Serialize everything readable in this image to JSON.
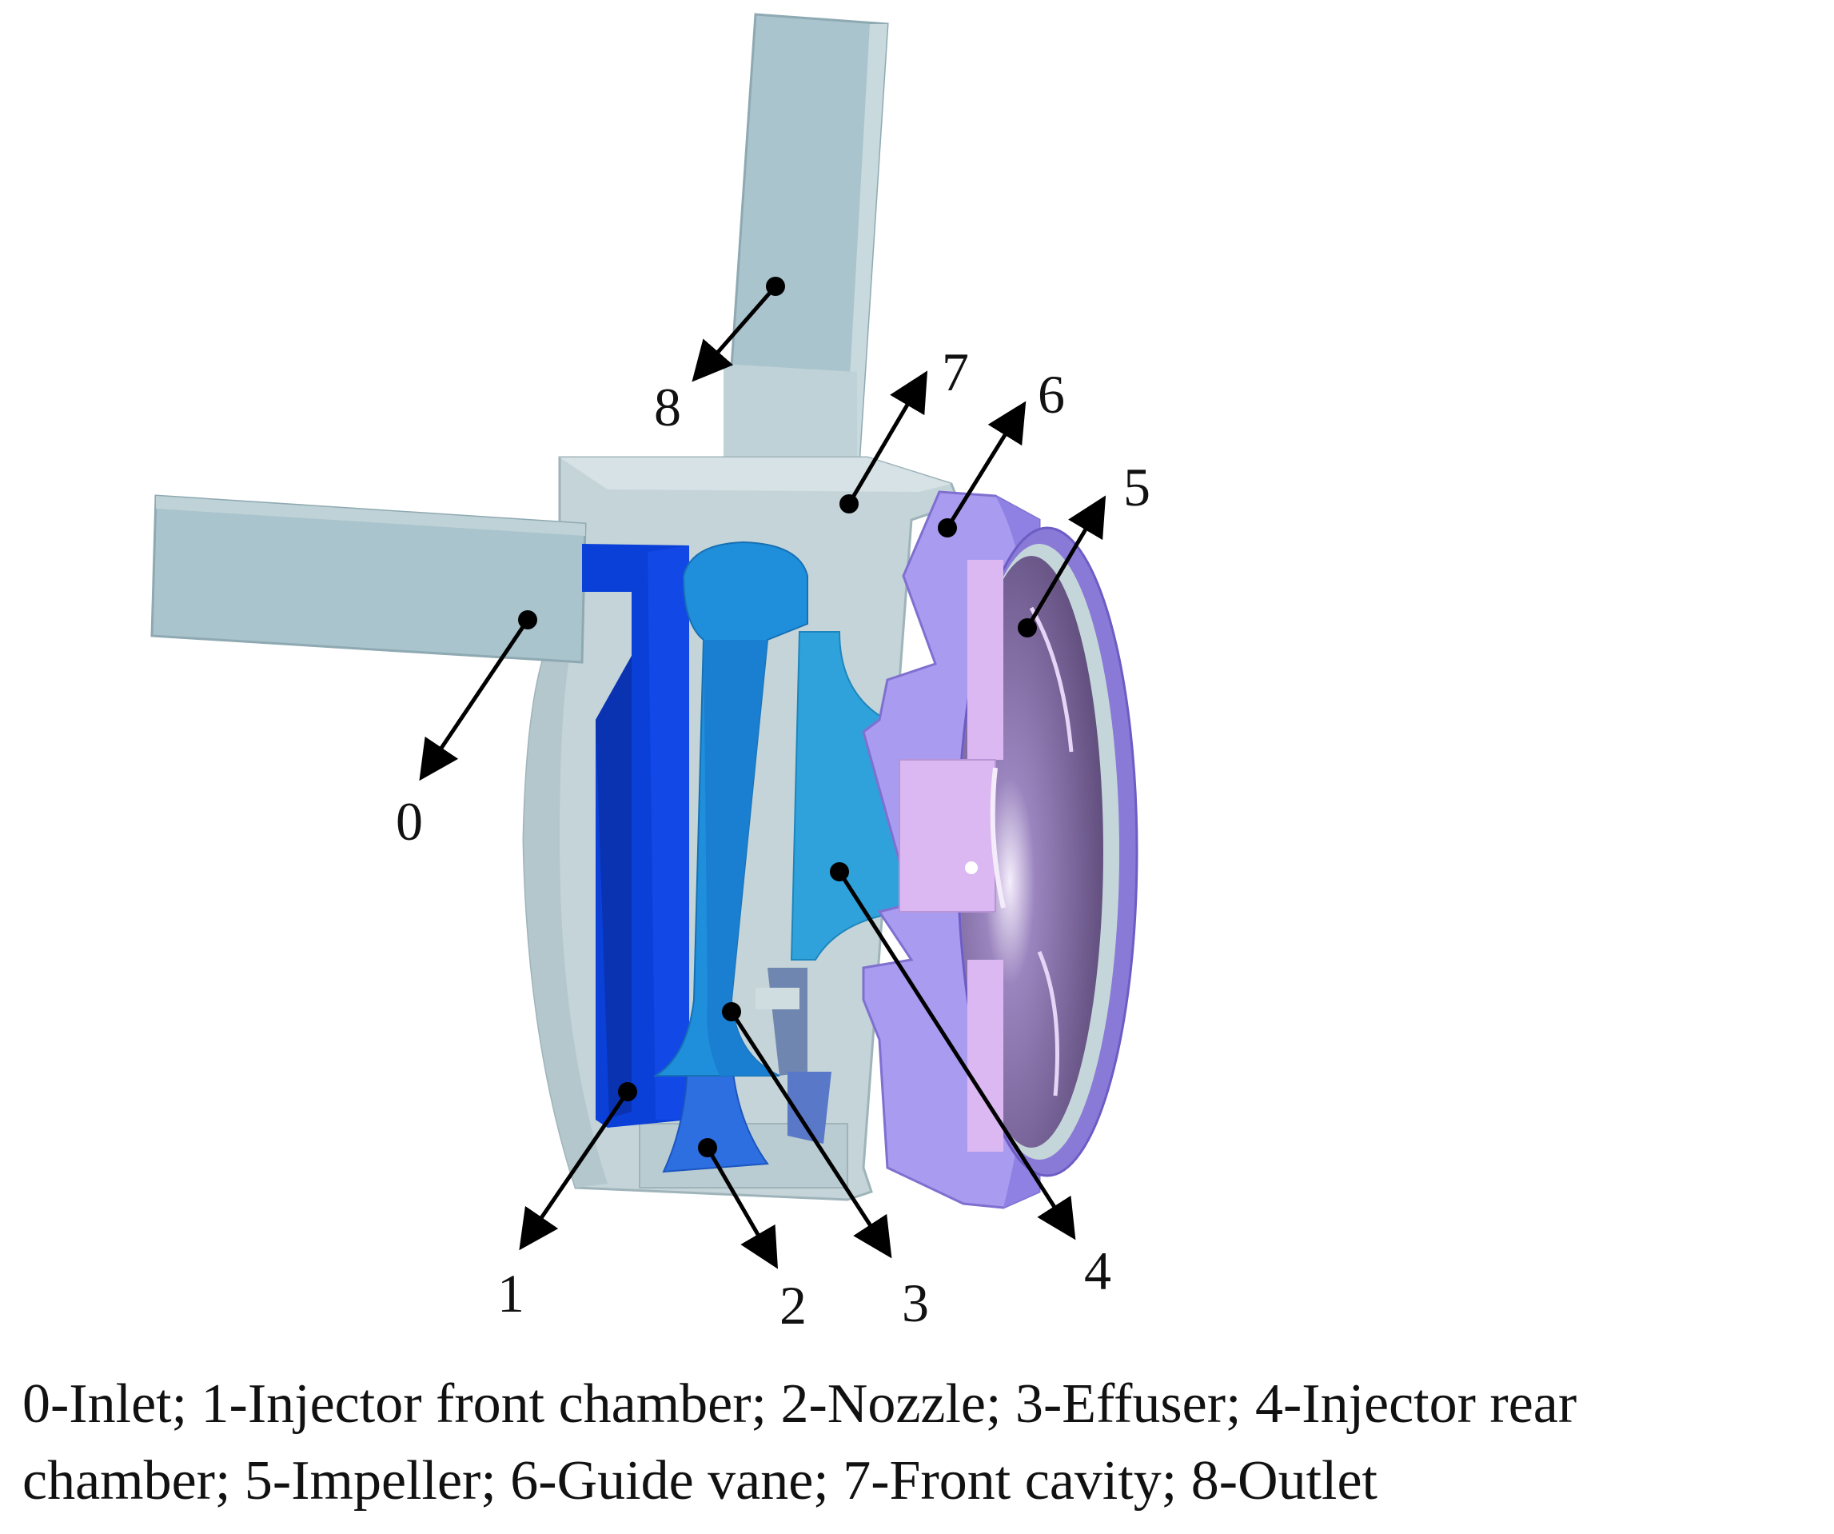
{
  "labels": {
    "l0": "0",
    "l1": "1",
    "l2": "2",
    "l3": "3",
    "l4": "4",
    "l5": "5",
    "l6": "6",
    "l7": "7",
    "l8": "8"
  },
  "caption": {
    "line1": "0-Inlet; 1-Injector front chamber; 2-Nozzle; 3-Effuser; 4-Injector rear",
    "line2": "chamber; 5-Impeller; 6-Guide vane; 7-Front cavity; 8-Outlet"
  },
  "colors": {
    "casing": "#c4d4d8",
    "pipe": "#a9c4cc",
    "front_chamber": "#0a3fd8",
    "effuser": "#1f8fdc",
    "rear_chamber": "#2fa2dc",
    "guide_vane": "#a99cf0",
    "impeller": "#6f5a8f",
    "impeller_blade": "#dcb8f2"
  }
}
